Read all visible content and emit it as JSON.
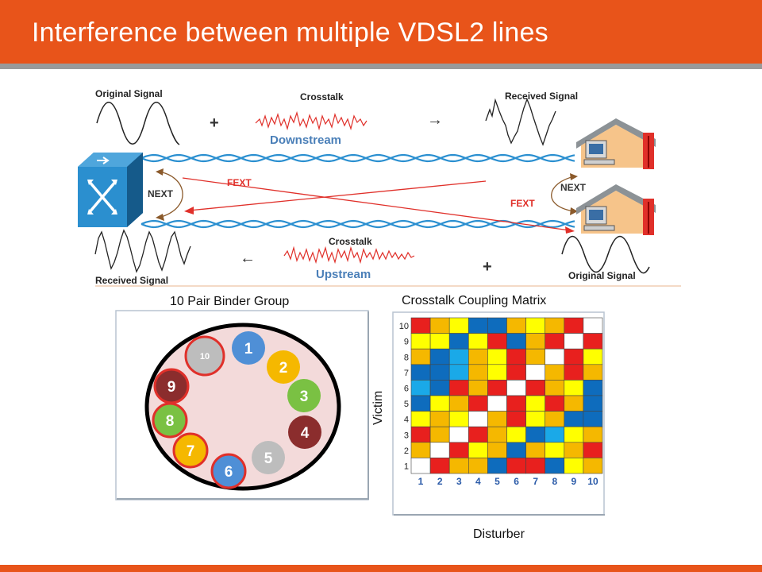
{
  "slide": {
    "title": "Interference between multiple VDSL2 lines",
    "colors": {
      "accent": "#e8541a",
      "twisted_pair": "#2a8fd0",
      "fext": "#e0302a",
      "next": "#8b5a2b"
    }
  },
  "signal_diagram": {
    "top_left_label": "Original  Signal",
    "top_crosstalk_label": "Crosstalk",
    "downstream_label": "Downstream",
    "top_right_label": "Received  Signal",
    "plus_top": "+",
    "arrow_right": "→",
    "next_left": "NEXT",
    "next_right": "NEXT",
    "fext_top": "FEXT",
    "fext_bottom": "FEXT",
    "bottom_left_label": "Received  Signal",
    "bottom_crosstalk_label": "Crosstalk",
    "upstream_label": "Upstream",
    "bottom_right_label": "Original Signal",
    "plus_bottom": "+",
    "arrow_left": "←",
    "icons": [
      "dslam-switch-icon",
      "house-icon",
      "computer-icon"
    ]
  },
  "binder_group": {
    "title": "10 Pair Binder Group",
    "pairs": [
      "1",
      "2",
      "3",
      "4",
      "5",
      "6",
      "7",
      "8",
      "9",
      "10"
    ],
    "pair_colors": [
      "#4f8fd6",
      "#f5b800",
      "#7ac143",
      "#8b2d2d",
      "#bdbdbd",
      "#4f8fd6",
      "#f5b800",
      "#7ac143",
      "#8b2d2d",
      "#bdbdbd"
    ],
    "outlined_pairs": [
      "6",
      "7",
      "8",
      "9",
      "10"
    ],
    "outline_color": "#e0302a"
  },
  "matrix": {
    "title": "Crosstalk Coupling Matrix",
    "y_axis_label": "Victim",
    "x_axis_label": "Disturber",
    "x_ticks": [
      "1",
      "2",
      "3",
      "4",
      "5",
      "6",
      "7",
      "8",
      "9",
      "10"
    ],
    "y_ticks": [
      "10",
      "9",
      "8",
      "7",
      "6",
      "5",
      "4",
      "3",
      "2",
      "1"
    ],
    "legend_colors": {
      "R": "#e8201e",
      "Y": "#ffff00",
      "O": "#f5b800",
      "B": "#0e6cbd",
      "C": "#1aa9e8",
      "W": "#ffffff"
    },
    "rows": [
      [
        "R",
        "O",
        "Y",
        "B",
        "B",
        "O",
        "Y",
        "O",
        "R",
        "W"
      ],
      [
        "Y",
        "Y",
        "B",
        "Y",
        "R",
        "B",
        "O",
        "R",
        "W",
        "R"
      ],
      [
        "O",
        "B",
        "C",
        "O",
        "Y",
        "R",
        "O",
        "W",
        "R",
        "Y"
      ],
      [
        "B",
        "B",
        "C",
        "O",
        "Y",
        "R",
        "W",
        "O",
        "R",
        "O"
      ],
      [
        "C",
        "B",
        "R",
        "O",
        "R",
        "W",
        "R",
        "O",
        "Y",
        "B"
      ],
      [
        "B",
        "Y",
        "O",
        "R",
        "W",
        "R",
        "Y",
        "R",
        "O",
        "B"
      ],
      [
        "Y",
        "O",
        "Y",
        "W",
        "O",
        "R",
        "Y",
        "O",
        "B",
        "B"
      ],
      [
        "R",
        "O",
        "W",
        "R",
        "O",
        "Y",
        "B",
        "C",
        "Y",
        "O"
      ],
      [
        "O",
        "W",
        "R",
        "Y",
        "O",
        "B",
        "O",
        "Y",
        "O",
        "R"
      ],
      [
        "W",
        "R",
        "O",
        "O",
        "B",
        "R",
        "R",
        "B",
        "Y",
        "O"
      ]
    ]
  }
}
